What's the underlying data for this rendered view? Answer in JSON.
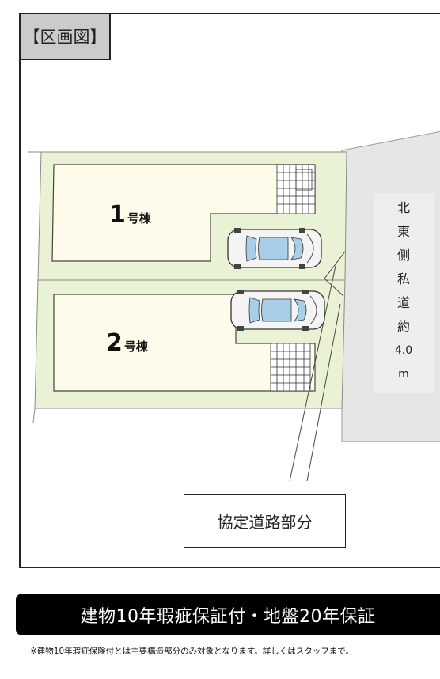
{
  "plan": {
    "title": "【区画図】",
    "lots": [
      {
        "number": "1",
        "suffix": "号棟"
      },
      {
        "number": "2",
        "suffix": "号棟"
      }
    ],
    "road": {
      "chars": [
        "北",
        "東",
        "側",
        "私",
        "道",
        "約",
        "4.0",
        "m"
      ]
    },
    "callout": "協定道路部分"
  },
  "banner": "建物10年瑕疵保証付・地盤20年保証",
  "footnote": "※建物10年瑕疵保険付とは主要構造部分のみ対象となります。詳しくはスタッフまで。",
  "colors": {
    "lot_fill": "#e9f2d4",
    "road_fill": "#e6e6e6",
    "banner_bg": "#000000",
    "title_bg": "#c9cbcd",
    "car_glass": "#a9cfe8"
  }
}
